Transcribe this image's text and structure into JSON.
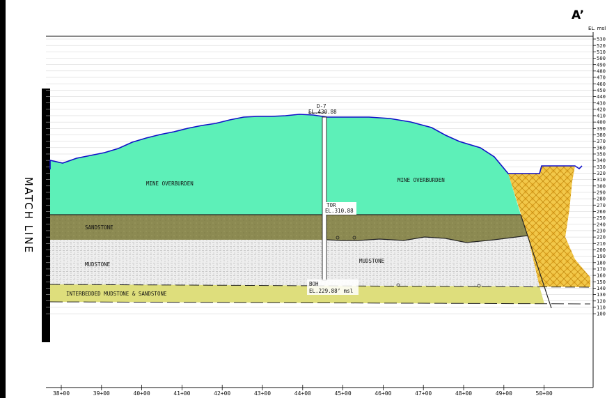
{
  "section": {
    "label": "A’",
    "elevation_unit": "EL. msl",
    "match_line": "MATCH LINE"
  },
  "elevation_ticks": [
    "530",
    "520",
    "510",
    "500",
    "490",
    "480",
    "470",
    "460",
    "450",
    "440",
    "430",
    "420",
    "410",
    "400",
    "390",
    "380",
    "370",
    "360",
    "350",
    "340",
    "330",
    "320",
    "310",
    "300",
    "290",
    "280",
    "270",
    "260",
    "250",
    "240",
    "230",
    "220",
    "210",
    "200",
    "190",
    "180",
    "170",
    "160",
    "150",
    "140",
    "130",
    "120",
    "110",
    "100"
  ],
  "station_ticks": [
    "38+00",
    "39+00",
    "40+00",
    "41+00",
    "42+00",
    "43+00",
    "44+00",
    "45+00",
    "46+00",
    "47+00",
    "48+00",
    "49+00",
    "50+00"
  ],
  "boring": {
    "name": "D-7",
    "top_elevation": "EL.430.88",
    "tor_label": "TOR",
    "tor_elevation": "EL.310.88",
    "boh_label": "BOH",
    "boh_elevation": "EL.229.88’ msl"
  },
  "layers": {
    "overburden_left": "MINE OVERBURDEN",
    "overburden_right": "MINE OVERBURDEN",
    "sandstone": "SANDSTONE",
    "mudstone_left": "MUDSTONE",
    "mudstone_right": "MUDSTONE",
    "interbedded": "INTERBEDDED MUDSTONE & SANDSTONE"
  },
  "colors": {
    "overburden": "#5df0b8",
    "sandstone": "#8c8a52",
    "mudstone": "#ececec",
    "interbedded": "#dede7c",
    "fill_hatch": "#f0c040",
    "surface_line": "#1010c8"
  }
}
